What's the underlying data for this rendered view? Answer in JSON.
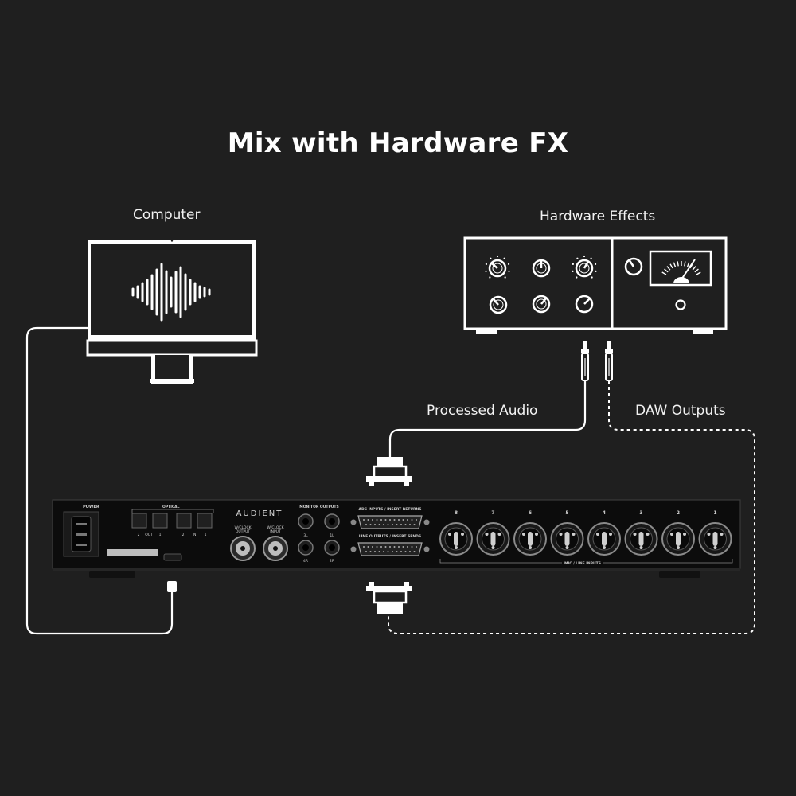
{
  "title": "Mix with Hardware FX",
  "nodes": {
    "computer": "Computer",
    "hardware_effects": "Hardware Effects"
  },
  "connections": {
    "processed_audio": "Processed Audio",
    "daw_outputs": "DAW Outputs"
  },
  "interface": {
    "brand": "AUDIENT",
    "power_label": "POWER",
    "optical_label": "OPTICAL",
    "optical_out_ports": [
      "2",
      "OUT",
      "1"
    ],
    "optical_in_ports": [
      "2",
      "IN",
      "1"
    ],
    "wclock_output": [
      "W/CLOCK",
      "OUTPUT"
    ],
    "wclock_input": [
      "W/CLOCK",
      "INPUT"
    ],
    "monitor_outputs_label": "MONITOR OUTPUTS",
    "monitor_ports": [
      "3L",
      "1L",
      "4R",
      "2R"
    ],
    "adc_label": "ADC INPUTS  /  INSERT RETURNS",
    "line_outputs_label": "LINE OUTPUTS  /  INSERT SENDS",
    "channel_numbers": [
      "8",
      "7",
      "6",
      "5",
      "4",
      "3",
      "2",
      "1"
    ],
    "mic_line_label": "MIC / LINE INPUTS"
  }
}
